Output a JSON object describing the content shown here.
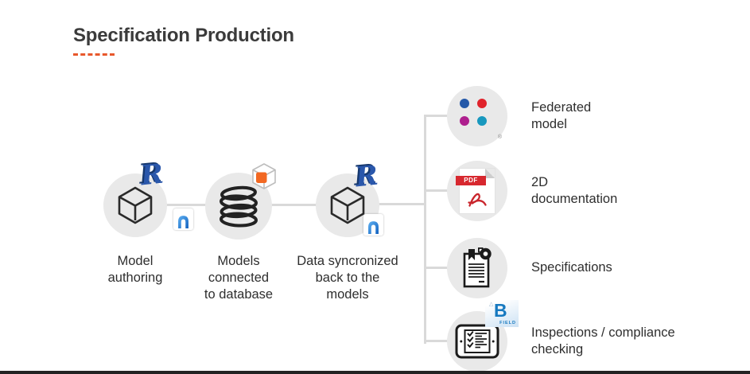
{
  "slide": {
    "title": "Specification Production",
    "trademark_symbol": "®",
    "revit_letter": "R"
  },
  "stages": [
    {
      "label": "Model\nauthoring",
      "icons": [
        "cube-model-icon",
        "revit-logo",
        "archicad-logo"
      ]
    },
    {
      "label": "Models\nconnected\nto database",
      "icons": [
        "database-sketch-icon",
        "drofus-cube-logo"
      ]
    },
    {
      "label": "Data syncronized\nback to the\nmodels",
      "icons": [
        "cube-model-icon",
        "revit-logo",
        "archicad-logo"
      ]
    }
  ],
  "outputs": [
    {
      "label": "Federated\nmodel",
      "icon": "openbim-ifc-logo"
    },
    {
      "label": "2D\ndocumentation",
      "icon": "pdf-file-icon",
      "file_badge": "PDF"
    },
    {
      "label": "Specifications",
      "icon": "specification-document-icon"
    },
    {
      "label": "Inspections / compliance\nchecking",
      "icon": "checklist-tablet-icon",
      "app_badge_letter": "B",
      "app_badge_caption": "FIELD"
    }
  ],
  "colors": {
    "accent_orange": "#E8582C",
    "circle_fill": "#E9E9E9",
    "connector_gray": "#D9D9D9",
    "title_text": "#3B3B3B",
    "label_text": "#2E2E2E",
    "footer_bar": "#232323",
    "revit_blue": "#2A57AB",
    "pdf_red": "#D7282F",
    "ifc_blue": "#2458A8",
    "ifc_red": "#E0232B",
    "ifc_magenta": "#AE1F8E",
    "ifc_teal": "#1898BE",
    "bim360_blue": "#1779C0",
    "drofus_orange": "#F26822",
    "archicad_blue": "#1160BE"
  }
}
